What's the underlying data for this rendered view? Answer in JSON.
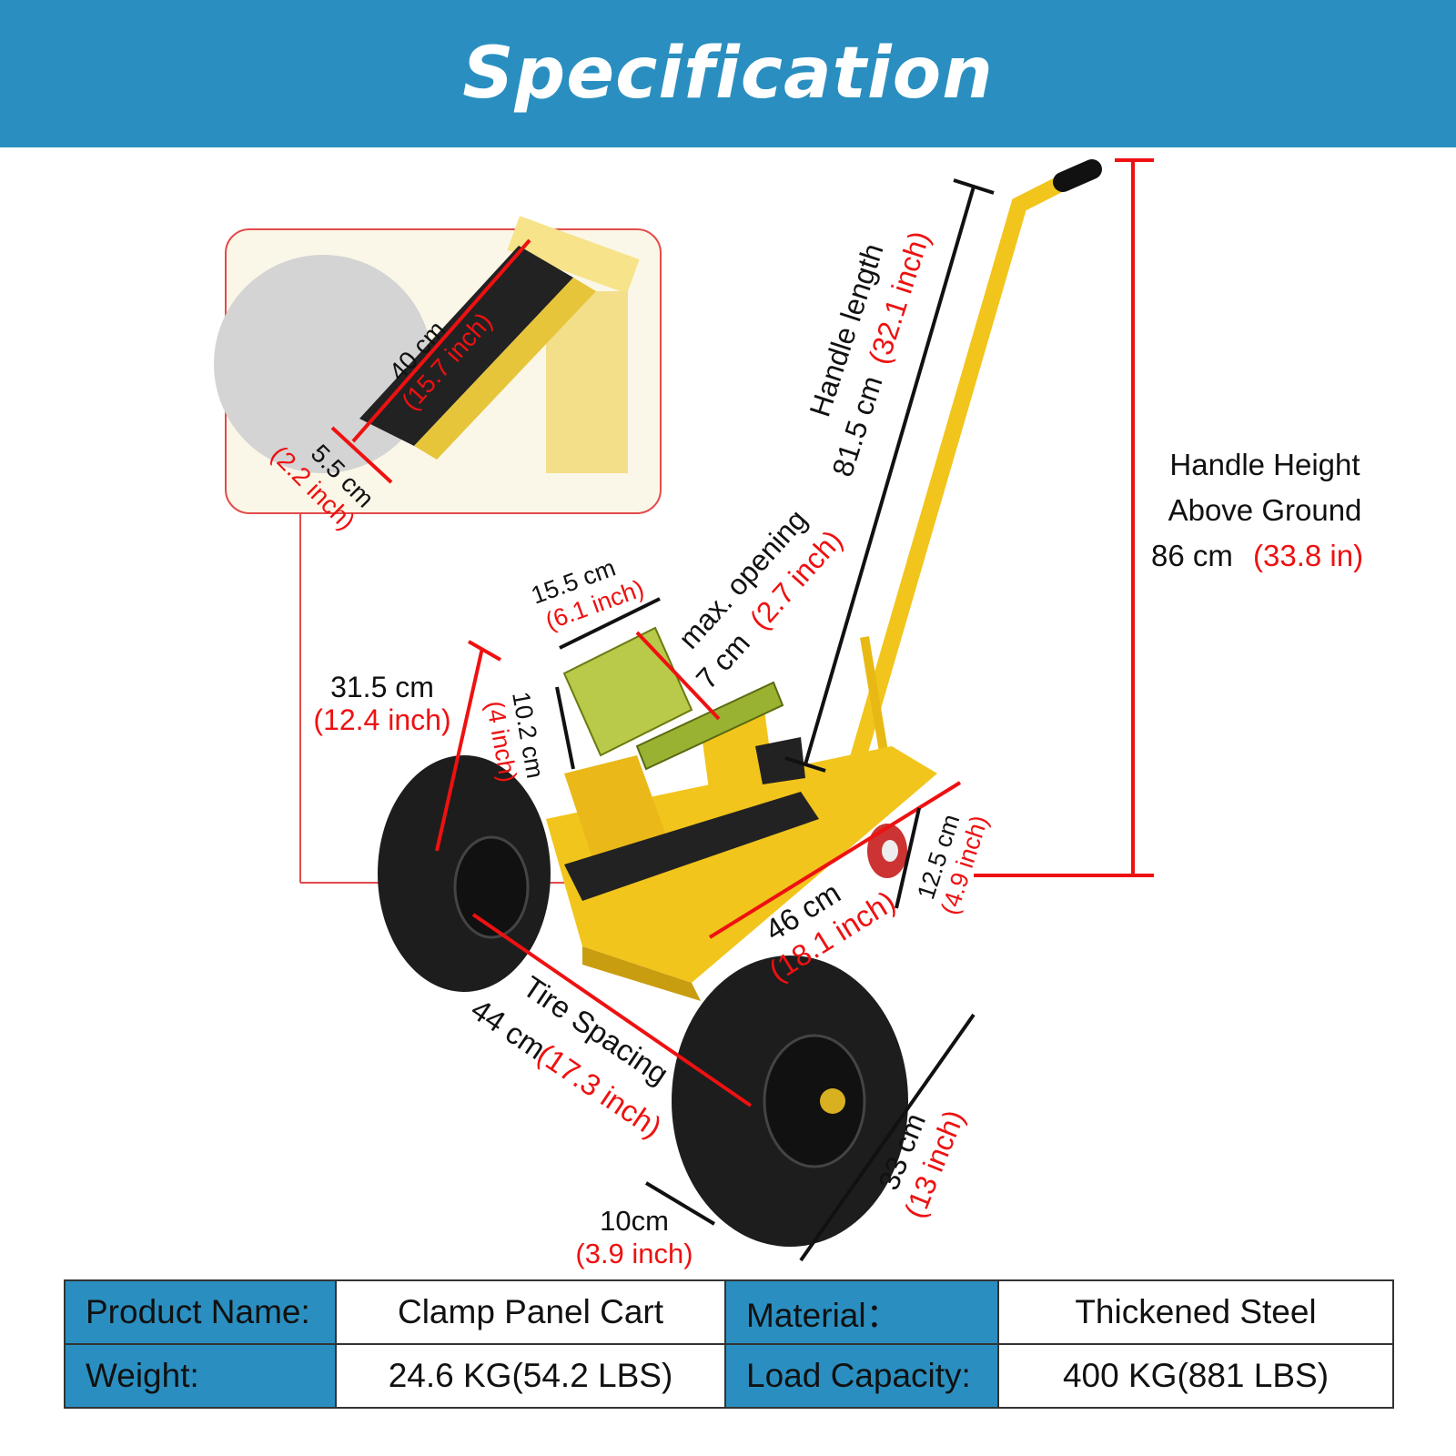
{
  "header": {
    "title": "Specification"
  },
  "labels": {
    "pad_length_cm": "40 cm",
    "pad_length_in": "(15.7 inch)",
    "pad_width_cm": "5.5 cm",
    "pad_width_in": "(2.2 inch)",
    "handle_length_title": "Handle length",
    "handle_length_cm": "81.5 cm",
    "handle_length_in": "(32.1 inch)",
    "handle_height_line1": "Handle Height",
    "handle_height_line2": "Above Ground",
    "handle_height_cm": "86 cm",
    "handle_height_in": "(33.8 in)",
    "clamp_width_cm": "15.5 cm",
    "clamp_width_in": "(6.1 inch)",
    "max_opening_title": "max. opening",
    "max_opening_cm": "7 cm",
    "max_opening_in": "(2.7 inch)",
    "height_cm": "31.5 cm",
    "height_in": "(12.4 inch)",
    "clamp_height_cm": "10.2 cm",
    "clamp_height_in": "(4 inch)",
    "caster_cm": "12.5 cm",
    "caster_in": "(4.9 inch)",
    "frame_cm": "46 cm",
    "frame_in": "(18.1 inch)",
    "tire_spacing_title": "Tire Spacing",
    "tire_spacing_cm": "44 cm",
    "tire_spacing_in": "(17.3 inch)",
    "wheel_diameter_cm": "33 cm",
    "wheel_diameter_in": "(13 inch)",
    "tire_width_cm": "10cm",
    "tire_width_in": "(3.9 inch)"
  },
  "colors": {
    "header": "#2a8fc0",
    "frame": "#f2c51c",
    "dimension_red": "#e11111",
    "tire": "#1a1a1a"
  },
  "table": {
    "rows": [
      {
        "key1": "Product Name:",
        "val1": "Clamp Panel Cart",
        "key2": "Material：",
        "val2": "Thickened Steel"
      },
      {
        "key1": "Weight:",
        "val1": "24.6 KG(54.2 LBS)",
        "key2": "Load Capacity:",
        "val2": "400 KG(881 LBS)"
      }
    ]
  }
}
